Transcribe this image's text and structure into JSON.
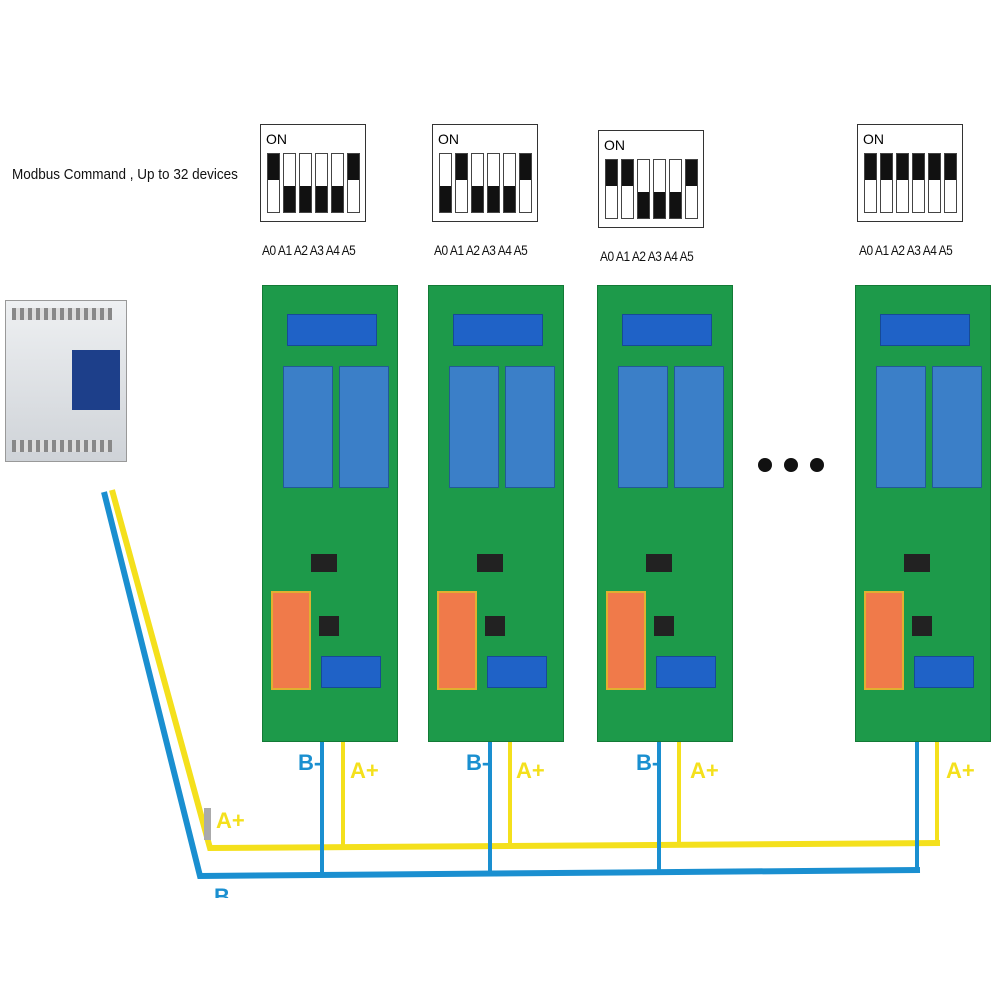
{
  "title": "Modbus Command , Up to 32 devices",
  "dip_on_label": "ON",
  "address_labels": "A0 A1 A2 A3 A4 A5",
  "devices": [
    {
      "switches": [
        1,
        0,
        0,
        0,
        0,
        1
      ]
    },
    {
      "switches": [
        0,
        1,
        0,
        0,
        0,
        1
      ]
    },
    {
      "switches": [
        1,
        1,
        0,
        0,
        0,
        1
      ]
    },
    {
      "switches": [
        1,
        1,
        1,
        1,
        1,
        1
      ]
    }
  ],
  "wire_labels": {
    "b": "B-",
    "a": "A+",
    "plc_a": "A+",
    "plc_b": "B"
  },
  "colors": {
    "b_wire": "#1a8fd0",
    "a_wire": "#f4e01c",
    "pcb": "#1d9a4a",
    "relay": "#3b7fc8"
  }
}
